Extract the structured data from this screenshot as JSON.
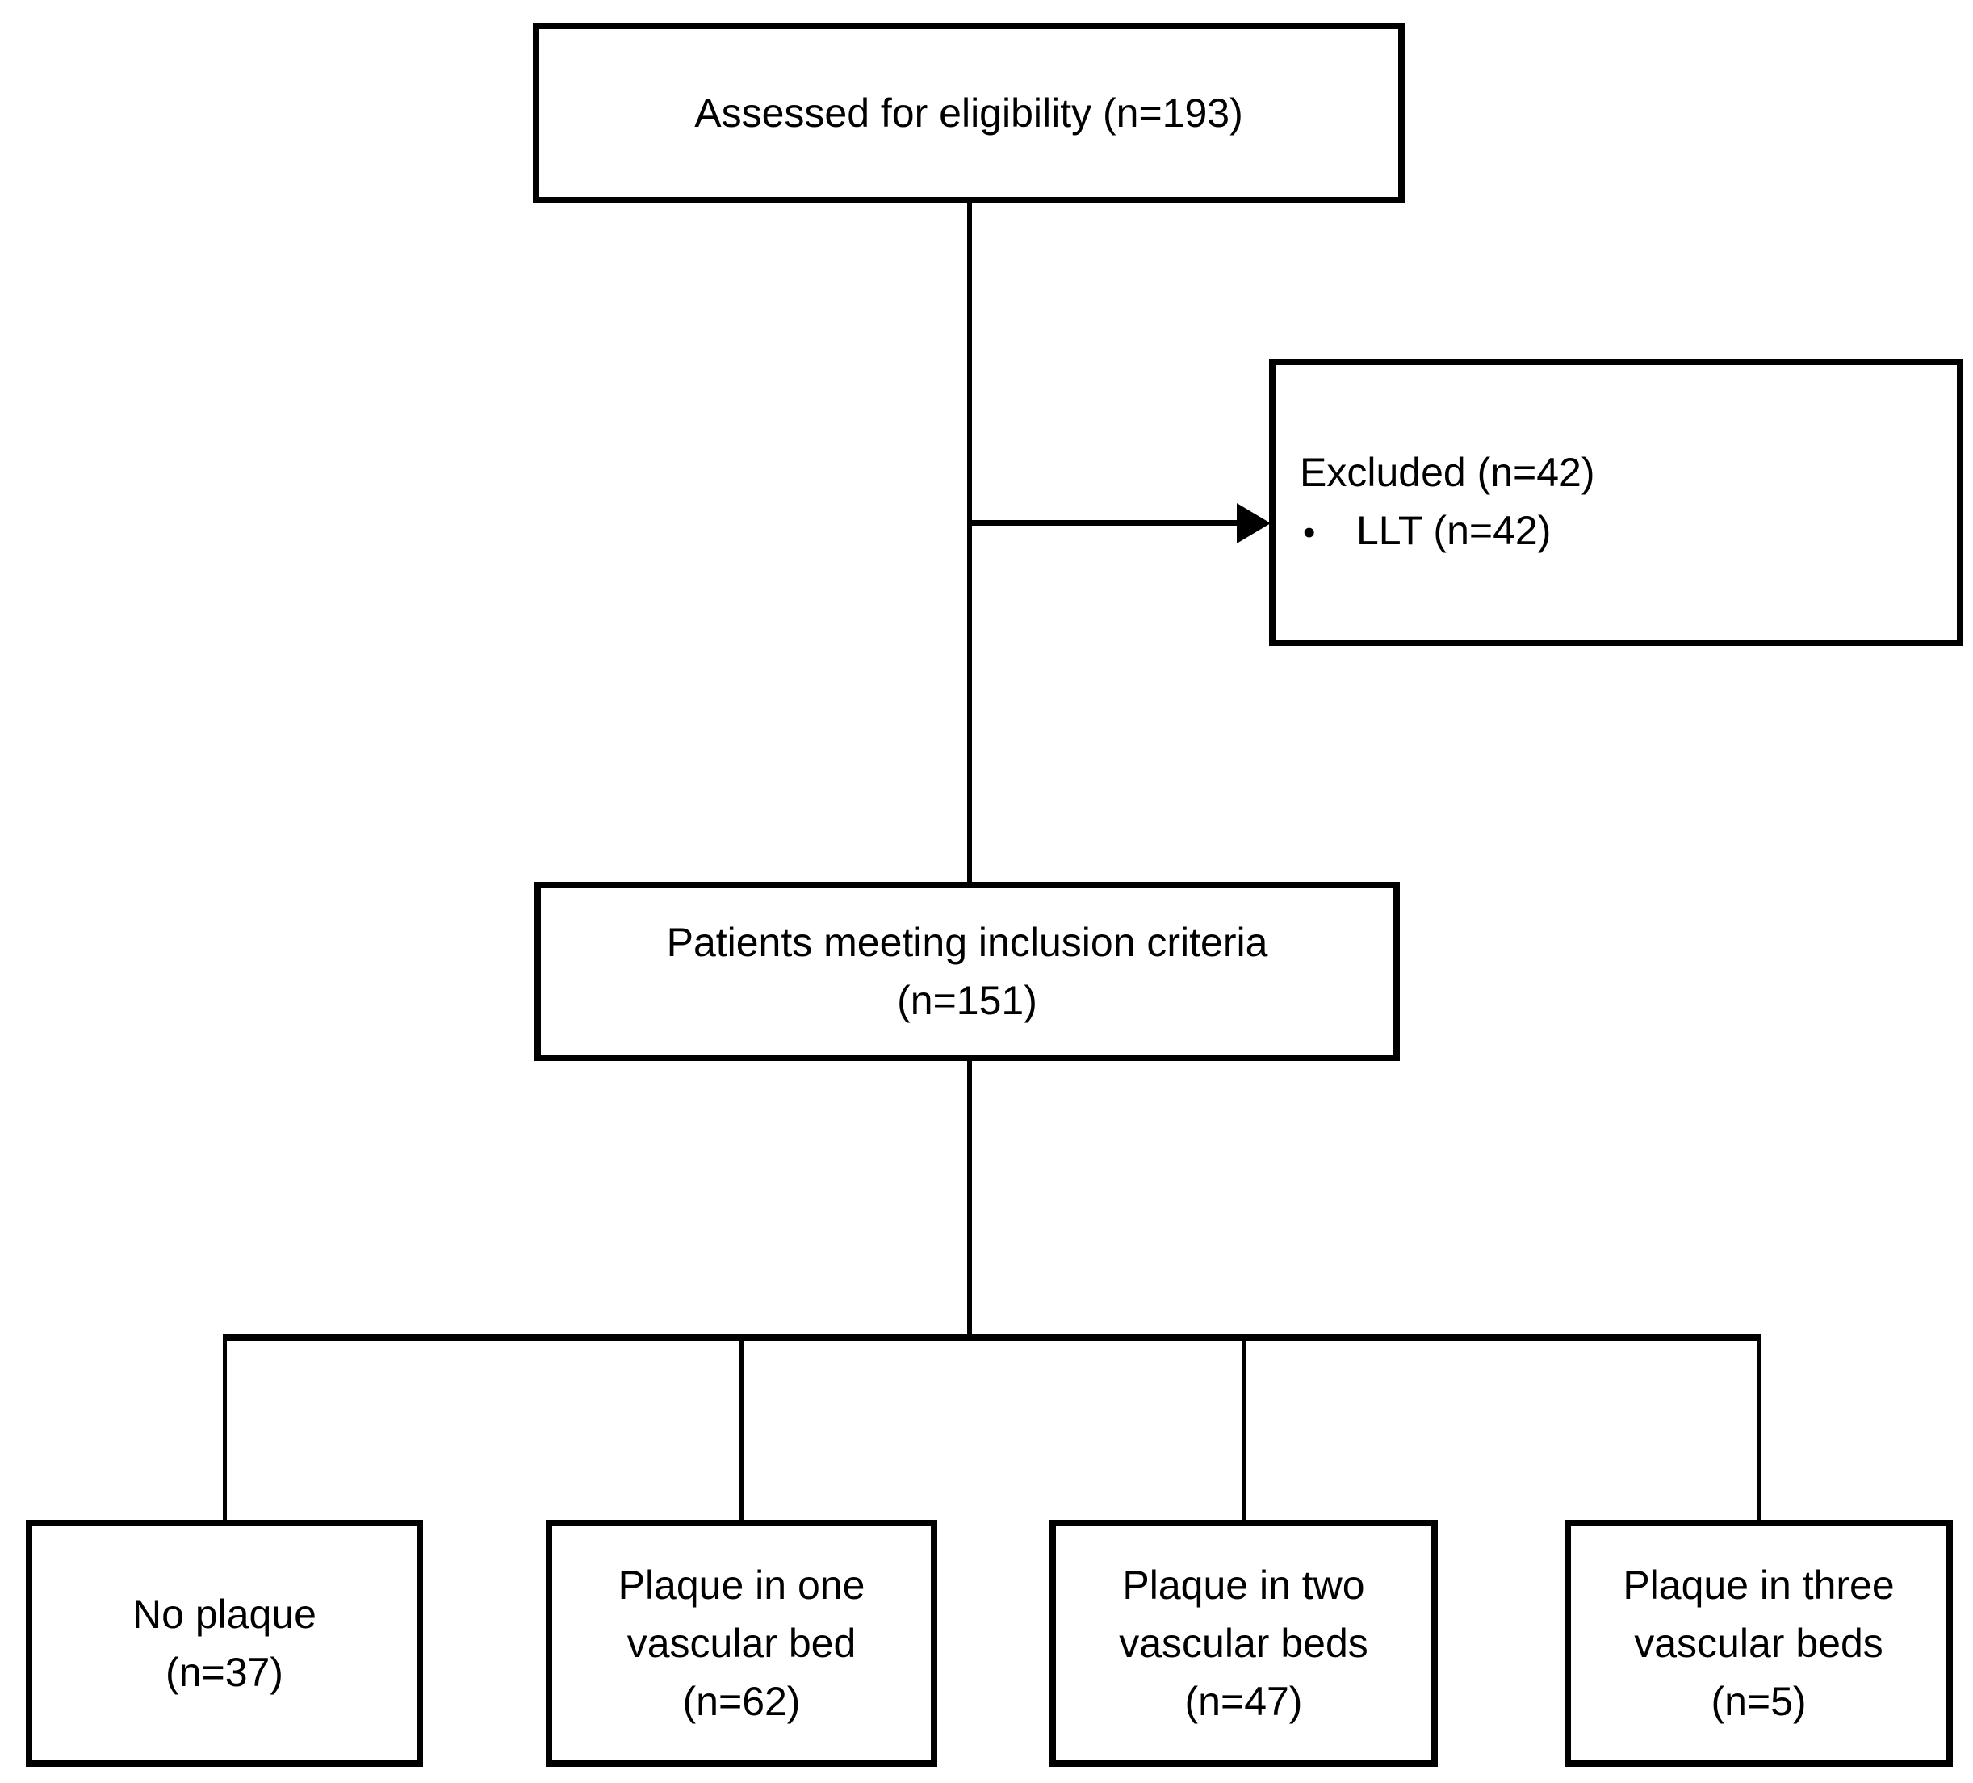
{
  "figure": {
    "type": "study-flow-diagram",
    "colors": {
      "line": "#000000",
      "text": "#000000",
      "background": "#ffffff"
    }
  },
  "boxes": {
    "assessed": {
      "lines": [
        "Assessed for eligibility (n=193)"
      ],
      "n": 193
    },
    "excluded": {
      "lines": [
        "Excluded (n=42)"
      ],
      "bullet": "•",
      "bullet_item": "LLT (n=42)",
      "n": 42
    },
    "inclusion": {
      "lines": [
        "Patients meeting inclusion criteria",
        "(n=151)"
      ],
      "n": 151
    },
    "no_plaque": {
      "lines": [
        "No plaque",
        "(n=37)"
      ],
      "n": 37
    },
    "one_bed": {
      "lines": [
        "Plaque in one",
        "vascular bed",
        "(n=62)"
      ],
      "n": 62
    },
    "two_beds": {
      "lines": [
        "Plaque in two",
        "vascular beds",
        "(n=47)"
      ],
      "n": 47
    },
    "three_beds": {
      "lines": [
        "Plaque in three",
        "vascular beds",
        "(n=5)"
      ],
      "n": 5
    }
  }
}
